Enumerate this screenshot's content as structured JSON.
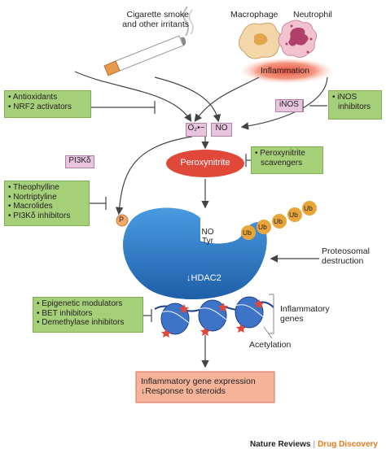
{
  "labels": {
    "cigarette": [
      "Cigarette smoke",
      "and other irritants"
    ],
    "macrophage": "Macrophage",
    "neutrophil": "Neutrophil",
    "inflammation": "Inflammation",
    "inos": "iNOS",
    "superoxide": "O₂•−",
    "no": "NO",
    "pi3k": "PI3Kδ",
    "peroxynitrite": "Peroxynitrite",
    "p": "P",
    "no_tyr": [
      "NO",
      "Tyr"
    ],
    "hdac2": "↓HDAC2",
    "ub": "Ub",
    "proteosomal": [
      "Proteosomal",
      "destruction"
    ],
    "inflammatory_genes": [
      "Inflammatory",
      "genes"
    ],
    "acetylation": "Acetylation",
    "output": [
      "Inflammatory gene expression",
      "↓Response to steroids"
    ]
  },
  "green_boxes": {
    "antioxidants": [
      "• Antioxidants",
      "• NRF2 activators"
    ],
    "inos_inhibitors": [
      "• iNOS",
      "  inhibitors"
    ],
    "scavengers": [
      "• Peroxynitrite",
      "  scavengers"
    ],
    "theophylline": [
      "• Theophylline",
      "• Nortriptyline",
      "• Macrolides",
      "• PI3Kδ inhibitors"
    ],
    "epigenetic": [
      "• Epigenetic modulators",
      "• BET inhibitors",
      "• Demethylase inhibitors"
    ]
  },
  "footer": {
    "brand": "Nature Reviews",
    "separator": "|",
    "brand2": "Drug Discovery"
  },
  "colors": {
    "green": "#a6cf7a",
    "pink": "#e7c5de",
    "hdac_blue": "#2f7fc8",
    "peroxynitrite_red": "#e0483a",
    "ub_orange": "#e8a63a",
    "output_salmon": "#f2a98c"
  }
}
